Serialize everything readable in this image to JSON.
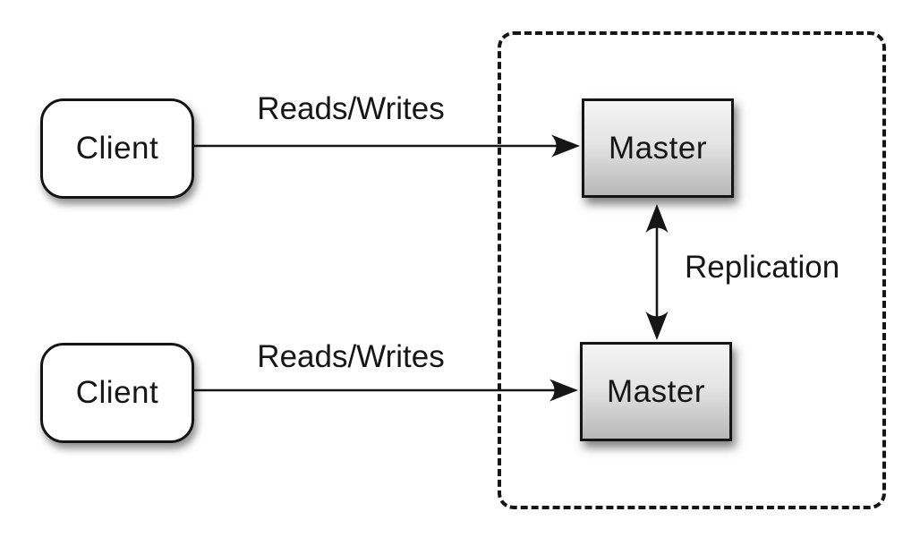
{
  "diagram": {
    "type": "architecture-diagram",
    "topic": "master-master replication",
    "nodes": {
      "client_top": {
        "label": "Client",
        "shape": "rounded-rect",
        "fill": "#ffffff"
      },
      "client_bottom": {
        "label": "Client",
        "shape": "rounded-rect",
        "fill": "#ffffff"
      },
      "master_top": {
        "label": "Master",
        "shape": "rect",
        "fill_gradient_top": "#f4f4f4",
        "fill_gradient_bottom": "#b8b8b8"
      },
      "master_bottom": {
        "label": "Master",
        "shape": "rect",
        "fill_gradient_top": "#f4f4f4",
        "fill_gradient_bottom": "#b8b8b8"
      }
    },
    "edges": {
      "reads_writes_top": {
        "label": "Reads/Writes",
        "from": "client_top",
        "to": "master_top",
        "direction": "one-way"
      },
      "reads_writes_bottom": {
        "label": "Reads/Writes",
        "from": "client_bottom",
        "to": "master_bottom",
        "direction": "one-way"
      },
      "replication": {
        "label": "Replication",
        "from": "master_top",
        "to": "master_bottom",
        "direction": "two-way"
      }
    },
    "groups": {
      "dashed_container": {
        "style": "dashed-border",
        "contains": [
          "master_top",
          "master_bottom"
        ]
      }
    },
    "colors": {
      "background": "#ffffff",
      "line": "#161616",
      "text": "#161616"
    }
  }
}
